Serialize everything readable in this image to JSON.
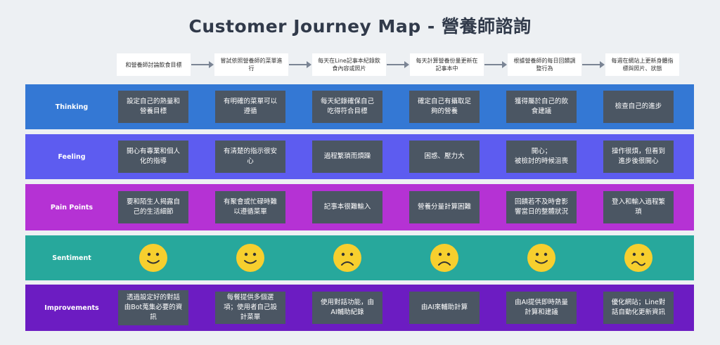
{
  "title": "Customer Journey Map - 營養師諮詢",
  "steps": [
    "和營養師討論飲食目標",
    "嘗試依照營養師的菜單進行",
    "每天在Line記事本紀錄飲食內容或照片",
    "每天計算營養份量更新在記事本中",
    "根據營養師的每日回饋調整行為",
    "每週在網站上更新身體指標與照片、狀態"
  ],
  "rows": {
    "thinking": {
      "label": "Thinking",
      "color": "#3478d4",
      "cards": [
        "設定自己的熱量和營養目標",
        "有明確的菜單可以遵循",
        "每天紀錄確保自己吃得符合目標",
        "確定自己有攝取足夠的營養",
        "獲得屬於自己的飲食建議",
        "檢查自己的進步"
      ]
    },
    "feeling": {
      "label": "Feeling",
      "color": "#5d5cf0",
      "cards": [
        "開心有專業和個人化的指導",
        "有清楚的指示很安心",
        "過程繁瑣而煩躁",
        "困惑、壓力大",
        "開心；\n被檢討的時候沮喪",
        "操作很煩，但看到進步後很開心"
      ]
    },
    "pain": {
      "label": "Pain Points",
      "color": "#b532d4",
      "cards": [
        "要和陌生人揭露自己的生活細節",
        "有聚會或忙碌時難以遵循菜單",
        "記事本很難輸入",
        "營養分量計算困難",
        "回饋若不及時會影響當日的整體狀況",
        "登入和輸入過程繁瑣"
      ]
    },
    "sentiment": {
      "label": "Sentiment",
      "color": "#27a89c",
      "faces": [
        "happy",
        "happy",
        "sad",
        "sad",
        "happy",
        "wavy"
      ],
      "face_color": "#f7cf2e"
    },
    "improvements": {
      "label": "Improvements",
      "color": "#6c1cc2",
      "cards": [
        "透過設定好的對話由Bot蒐集必要的資訊",
        "每餐提供多個選項；使用者自己設計菜單",
        "使用對話功能，由AI輔助紀錄",
        "由AI來輔助計算",
        "由AI提供即時熱量計算和建議",
        "優化網站；Line對話自動化更新資訊"
      ]
    }
  }
}
